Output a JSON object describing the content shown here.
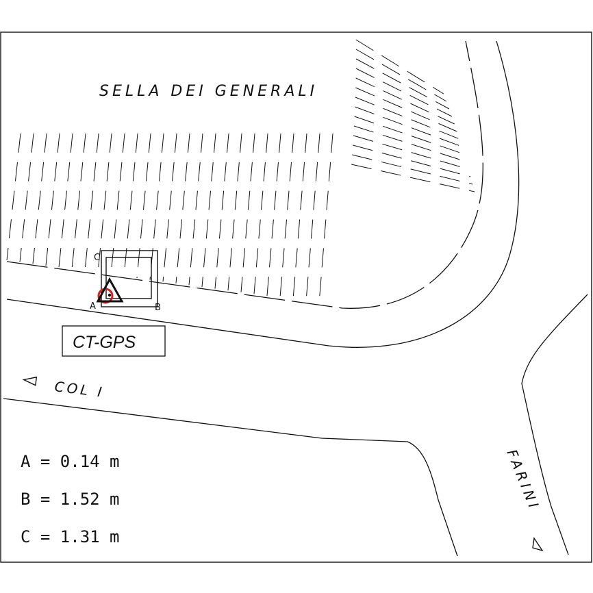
{
  "map": {
    "area_label": "SELLA DEI GENERALI",
    "station_label": "CT-GPS",
    "street_coli": "COL I",
    "street_farini": "FARINI",
    "corner_a": "A",
    "corner_b": "B",
    "corner_c": "C",
    "colors": {
      "line": "#111111",
      "marker_red": "#d22020"
    }
  },
  "legend": {
    "items": [
      {
        "text": "A = 0.14 m"
      },
      {
        "text": "B = 1.52 m"
      },
      {
        "text": "C = 1.31 m"
      }
    ]
  }
}
